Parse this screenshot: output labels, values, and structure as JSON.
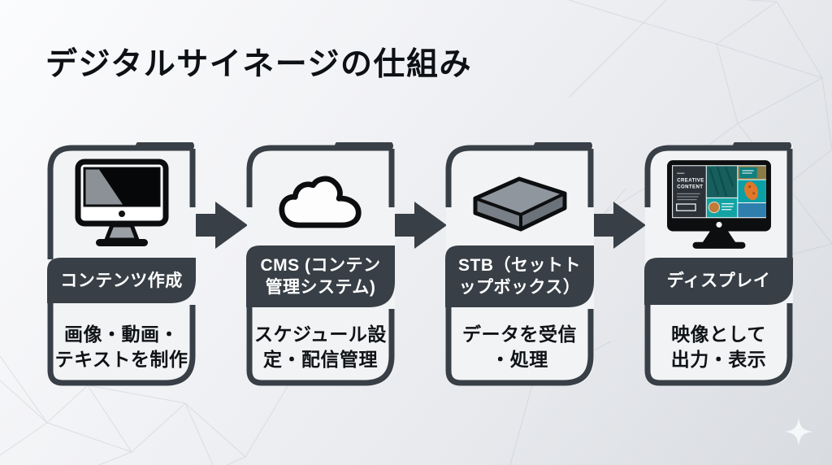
{
  "title": "デジタルサイネージの仕組み",
  "steps": [
    {
      "name": "content-creation",
      "icon": "desktop-computer-icon",
      "label_lines": [
        "コンテンツ作成"
      ],
      "desc_lines": [
        "画像・動画・",
        "テキストを制作"
      ]
    },
    {
      "name": "cms",
      "icon": "cloud-icon",
      "label_lines": [
        "CMS (コンテン",
        "管理システム)"
      ],
      "desc_lines": [
        "スケジュール設",
        "定・配信管理"
      ]
    },
    {
      "name": "stb",
      "icon": "set-top-box-icon",
      "label_lines": [
        "STB（セットト",
        "ップボックス）"
      ],
      "desc_lines": [
        "データを受信",
        "・処理"
      ]
    },
    {
      "name": "display",
      "icon": "display-icon",
      "label_lines": [
        "ディスプレイ"
      ],
      "desc_lines": [
        "映像として",
        "出力・表示"
      ]
    }
  ],
  "display_screen": {
    "headline_line1": "CREATIVE",
    "headline_line2": "CONTENT"
  },
  "colors": {
    "frame": "#383f46",
    "card_fill": "#f2f3f5",
    "band_text": "#ffffff",
    "body_text": "#101316",
    "accent_teal": "#14a3a3",
    "accent_orange": "#e0772b",
    "background_start": "#fbfcfd",
    "background_end": "#d8dbe0"
  }
}
